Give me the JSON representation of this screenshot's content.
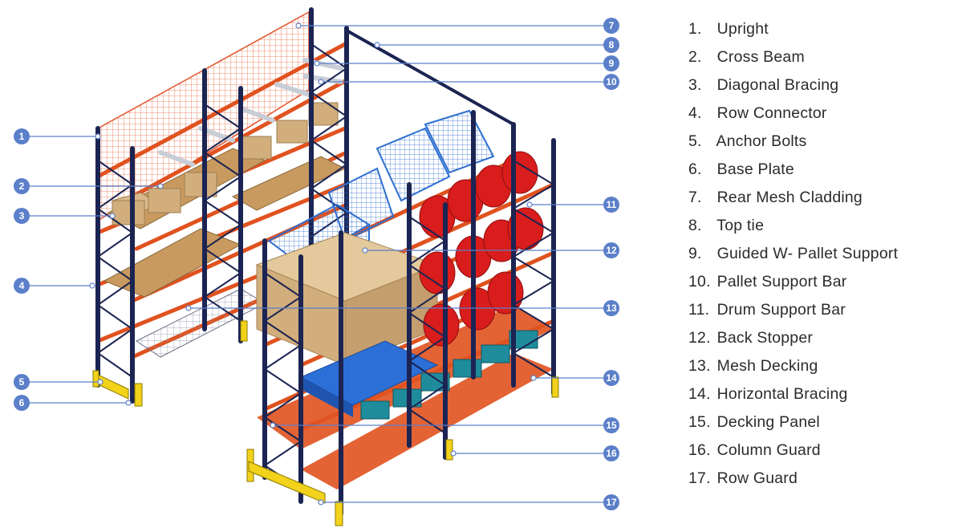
{
  "legend": [
    {
      "number": "1.",
      "label": "Upright"
    },
    {
      "number": "2.",
      "label": "Cross Beam"
    },
    {
      "number": "3.",
      "label": "Diagonal Bracing"
    },
    {
      "number": "4.",
      "label": "Row Connector"
    },
    {
      "number": "5.",
      "label": "Anchor Bolts"
    },
    {
      "number": "6.",
      "label": "Base Plate"
    },
    {
      "number": "7.",
      "label": "Rear Mesh Cladding"
    },
    {
      "number": "8.",
      "label": "Top tie"
    },
    {
      "number": "9.",
      "label": "Guided W- Pallet Support"
    },
    {
      "number": "10.",
      "label": "Pallet Support Bar"
    },
    {
      "number": "11.",
      "label": "Drum Support Bar"
    },
    {
      "number": "12.",
      "label": "Back Stopper"
    },
    {
      "number": "13.",
      "label": "Mesh Decking"
    },
    {
      "number": "14.",
      "label": "Horizontal Bracing"
    },
    {
      "number": "15.",
      "label": "Decking Panel"
    },
    {
      "number": "16.",
      "label": "Column Guard"
    },
    {
      "number": "17.",
      "label": "Row Guard"
    }
  ],
  "callouts": [
    "1",
    "2",
    "3",
    "4",
    "5",
    "6",
    "7",
    "8",
    "9",
    "10",
    "11",
    "12",
    "13",
    "14",
    "15",
    "16",
    "17"
  ],
  "colors": {
    "upright": "#1b2452",
    "beam": "#e0521f",
    "mesh": "#e2542a",
    "guard": "#f2d21b",
    "callout": "#5b7fc9",
    "box": "#d9b98a",
    "pallet": "#c99a5f",
    "drum": "#d91c1c",
    "blue_pallet": "#2c6fd6",
    "teal_bin": "#1f8c9c",
    "cage": "#3a78d8"
  }
}
